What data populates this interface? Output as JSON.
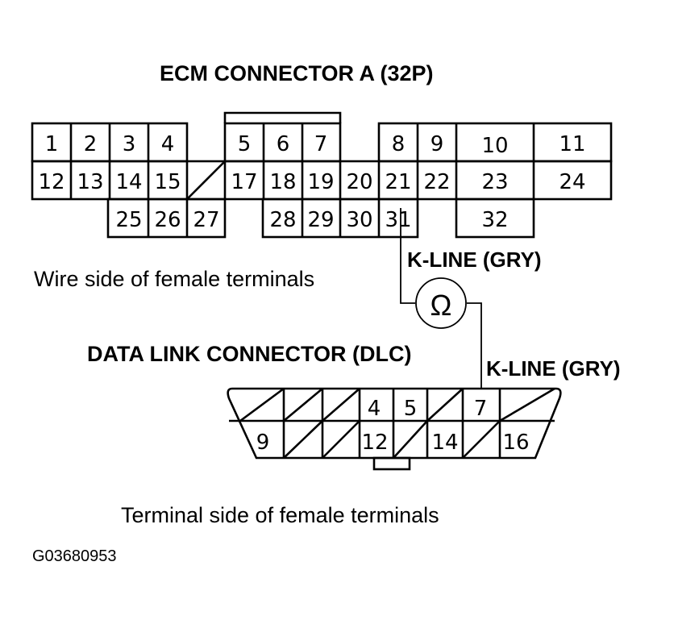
{
  "ecm": {
    "title": "ECM CONNECTOR A (32P)",
    "pins": [
      "1",
      "2",
      "3",
      "4",
      "5",
      "6",
      "7",
      "8",
      "9",
      "10",
      "11",
      "12",
      "13",
      "14",
      "15",
      "17",
      "18",
      "19",
      "20",
      "21",
      "22",
      "23",
      "24",
      "25",
      "26",
      "27",
      "28",
      "29",
      "30",
      "31",
      "32"
    ],
    "caption": "Wire side of female terminals"
  },
  "wire": {
    "k_line_1": "K-LINE (GRY)",
    "k_line_2": "K-LINE (GRY)",
    "ohm_symbol": "Ω"
  },
  "dlc": {
    "title": "DATA LINK CONNECTOR (DLC)",
    "pins": [
      "4",
      "5",
      "7",
      "9",
      "12",
      "14",
      "16"
    ],
    "caption": "Terminal side of female terminals"
  },
  "figure_id": "G03680953"
}
